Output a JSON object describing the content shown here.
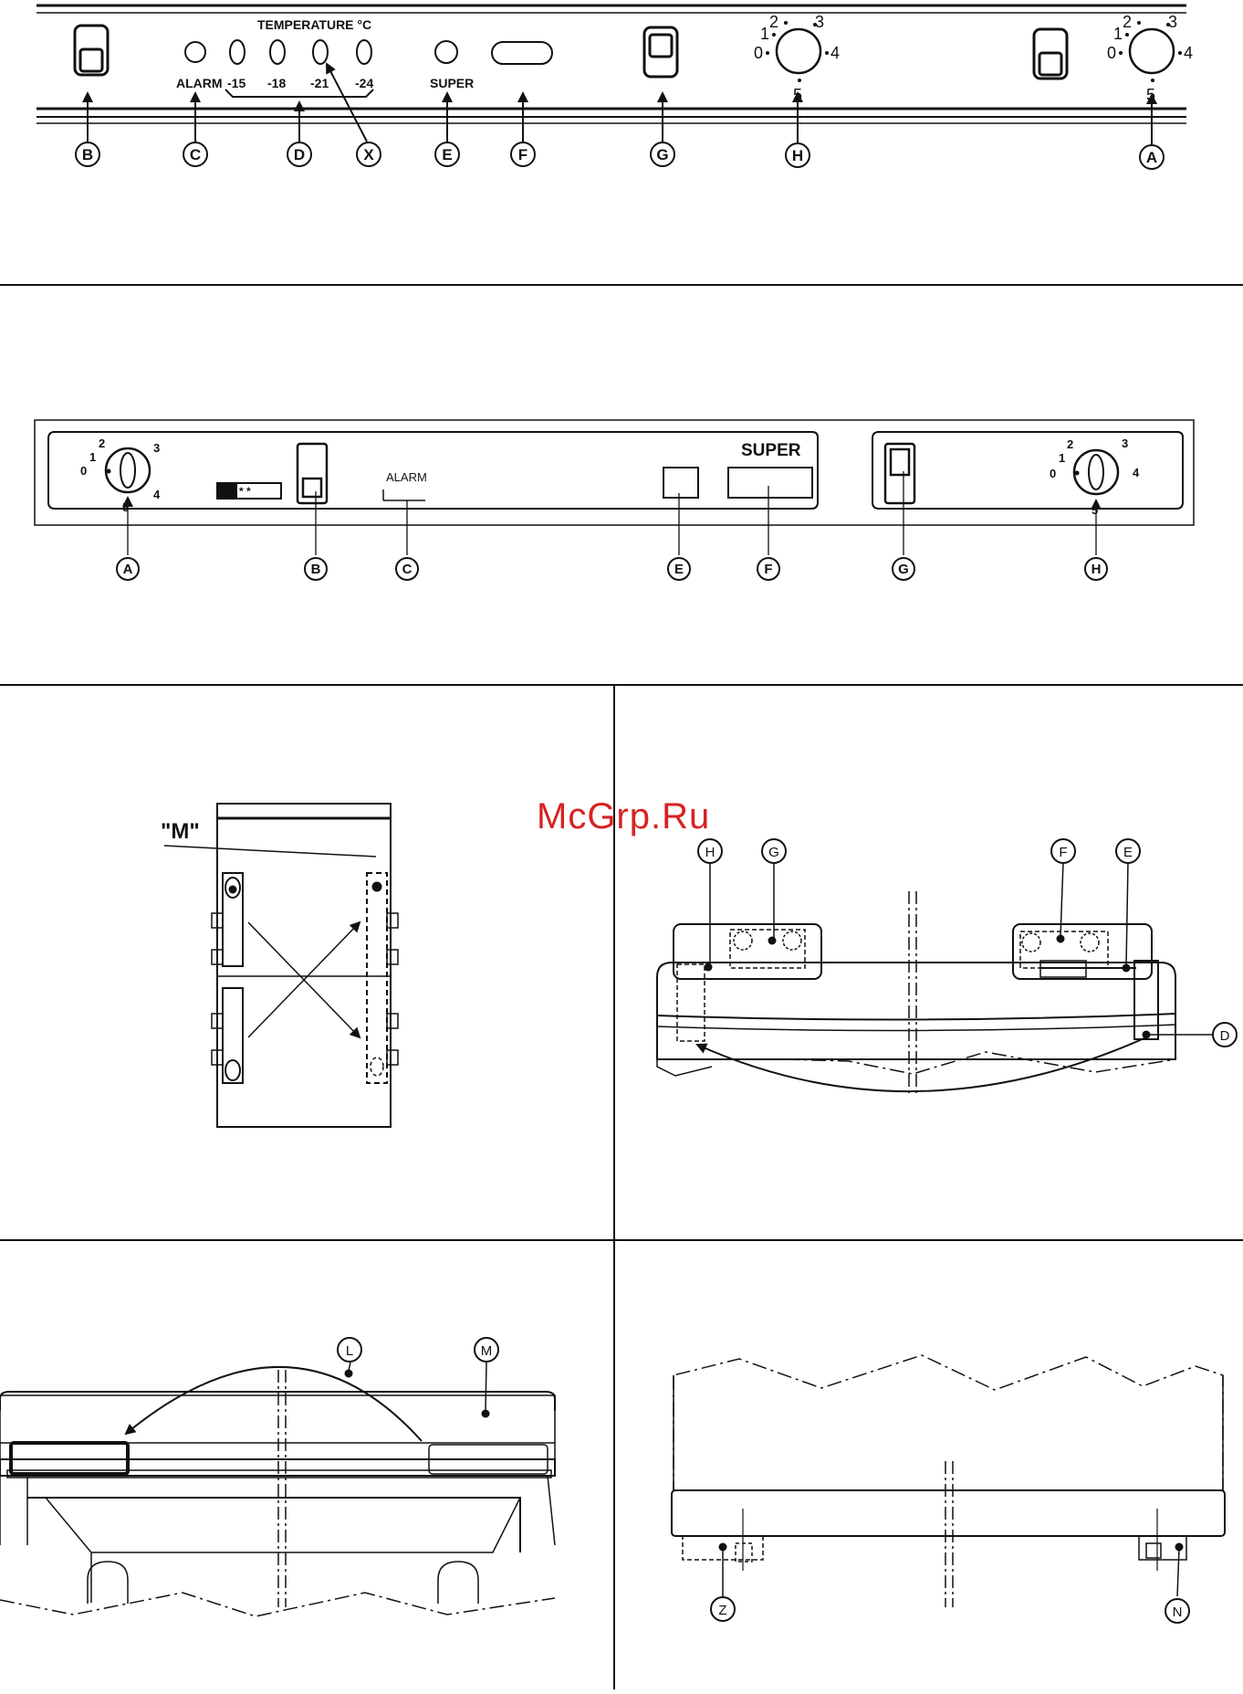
{
  "watermark": "McGrp.Ru",
  "panel1": {
    "temperature_header": "TEMPERATURE °C",
    "alarm": "ALARM",
    "temps": [
      "-15",
      "-18",
      "-21",
      "-24"
    ],
    "super": "SUPER",
    "dial1": {
      "n0": "0",
      "n1": "1",
      "n2": "2",
      "n3": "3",
      "n4": "4",
      "n5": "5"
    },
    "dial2": {
      "n0": "0",
      "n1": "1",
      "n2": "2",
      "n3": "3",
      "n4": "4",
      "n5": "5"
    },
    "callouts": {
      "B": "B",
      "C": "C",
      "D": "D",
      "X": "X",
      "E": "E",
      "F": "F",
      "G": "G",
      "H": "H",
      "A": "A"
    }
  },
  "panel2": {
    "super": "SUPER",
    "alarm": "ALARM",
    "stars": "* * * *",
    "dial1": {
      "n0": "0",
      "n1": "1",
      "n2": "2",
      "n3": "3",
      "n4": "4",
      "n5": "5"
    },
    "dial2": {
      "n0": "0",
      "n1": "1",
      "n2": "2",
      "n3": "3",
      "n4": "4",
      "n5": "5"
    },
    "callouts": {
      "A": "A",
      "B": "B",
      "C": "C",
      "E": "E",
      "F": "F",
      "G": "G",
      "H": "H"
    }
  },
  "panel3": {
    "m_label": "\"M\""
  },
  "panel4": {
    "callouts": {
      "H": "H",
      "G": "G",
      "F": "F",
      "E": "E",
      "D": "D"
    }
  },
  "panel5": {
    "callouts": {
      "L": "L",
      "M": "M"
    }
  },
  "panel6": {
    "callouts": {
      "Z": "Z",
      "N": "N"
    }
  }
}
